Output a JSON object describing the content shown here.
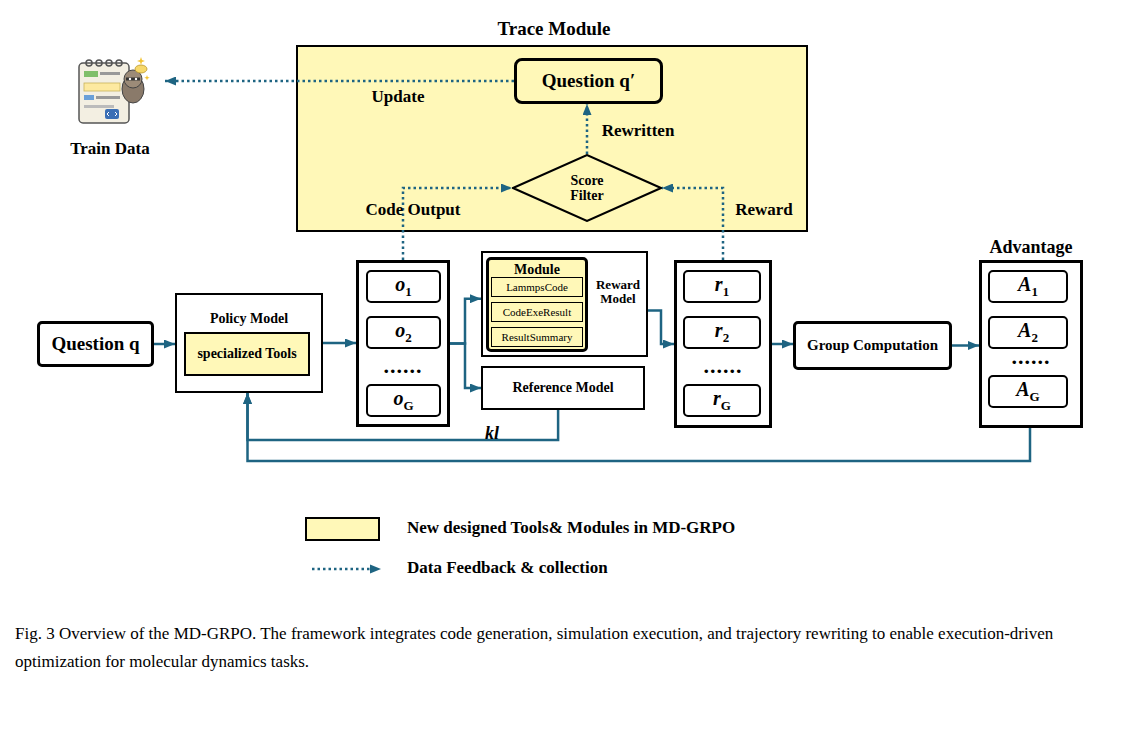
{
  "diagram": {
    "caption": "Fig. 3 Overview of the MD-GRPO. The framework integrates code generation, simulation execution, and trajectory rewriting to enable execution-driven optimization for molecular dynamics tasks.",
    "nodes": [
      {
        "text": [
          "Trace Module"
        ]
      },
      {
        "text": [
          "Question q′"
        ],
        "in": 0
      },
      {
        "text": [
          "Score Filter"
        ],
        "in": 0
      },
      {
        "text": [
          "Train Data"
        ]
      },
      {
        "text": [
          "Question q"
        ]
      },
      {
        "text": [
          "Policy Model"
        ]
      },
      {
        "text": [
          "specialized Tools"
        ],
        "in": 5
      },
      {
        "text": [
          "......"
        ]
      },
      {
        "text": [
          "o",
          "1"
        ],
        "in": 7
      },
      {
        "text": [
          "o",
          "2"
        ],
        "in": 7
      },
      {
        "text": [
          "o",
          "G"
        ],
        "in": 7
      },
      {
        "text": [
          "Reward Model"
        ]
      },
      {
        "text": [
          "Module"
        ],
        "in": 11
      },
      {
        "text": [
          "LammpsCode"
        ],
        "in": 12
      },
      {
        "text": [
          "CodeExeResult"
        ],
        "in": 12
      },
      {
        "text": [
          "ResultSummary"
        ],
        "in": 12
      },
      {
        "text": [
          "Reference Model"
        ]
      },
      {
        "text": [
          "......"
        ]
      },
      {
        "text": [
          "r",
          "1"
        ],
        "in": 17
      },
      {
        "text": [
          "r",
          "2"
        ],
        "in": 17
      },
      {
        "text": [
          "r",
          "G"
        ],
        "in": 17
      },
      {
        "text": [
          "Group Computation"
        ]
      },
      {
        "text": [
          "Advantage",
          "......"
        ]
      },
      {
        "text": [
          "A",
          "1"
        ],
        "in": 22
      },
      {
        "text": [
          "A",
          "2"
        ],
        "in": 22
      },
      {
        "text": [
          "A",
          "G"
        ],
        "in": 22
      }
    ],
    "edges": [
      {
        "from": 4,
        "to": 5,
        "arrow": "to"
      },
      {
        "from": 5,
        "to": 7,
        "arrow": "to"
      },
      {
        "from": 7,
        "to": 11,
        "arrow": "to"
      },
      {
        "from": 7,
        "to": 16,
        "arrow": "to"
      },
      {
        "from": 11,
        "to": 17,
        "arrow": "to"
      },
      {
        "from": 16,
        "to": 5,
        "label": "kl",
        "arrow": "to"
      },
      {
        "from": 17,
        "to": 21,
        "arrow": "to"
      },
      {
        "from": 21,
        "to": 22,
        "arrow": "to"
      },
      {
        "from": 22,
        "to": 5,
        "arrow": "to"
      },
      {
        "from": 7,
        "to": 2,
        "label": "Code Output",
        "arrow": "to"
      },
      {
        "from": 17,
        "to": 2,
        "label": "Reward",
        "arrow": "to"
      },
      {
        "from": 2,
        "to": 1,
        "label": "Rewritten",
        "arrow": "to"
      },
      {
        "from": 1,
        "to": 3,
        "label": "Update",
        "arrow": "to"
      }
    ],
    "legend": [
      {
        "text": "New designed Tools& Modules in MD-GRPO",
        "color": "#fff8b8"
      },
      {
        "text": "Data Feedback & collection"
      }
    ]
  }
}
